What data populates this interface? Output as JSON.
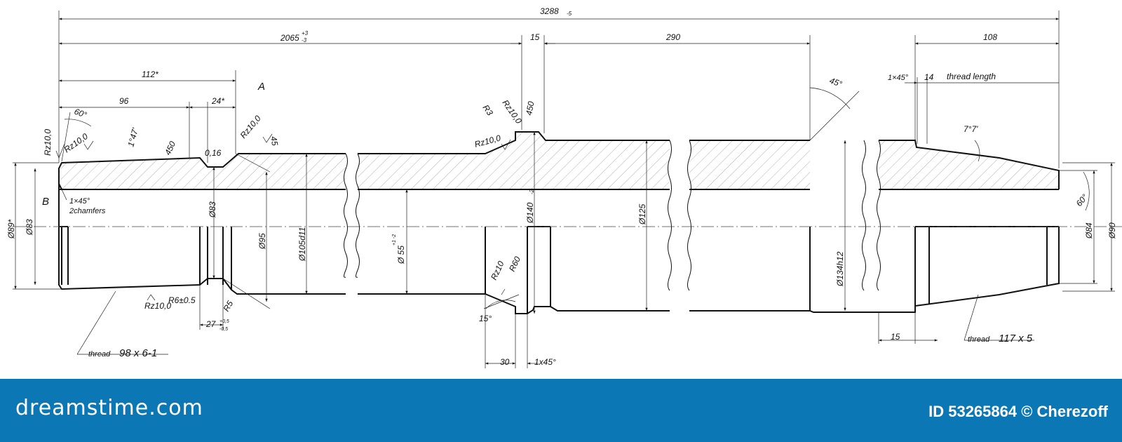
{
  "colors": {
    "ink": "#111111",
    "hatch": "#9a9a9a",
    "footer_bg": "#0c77b5",
    "footer_text": "#ffffff"
  },
  "dimensions": {
    "overall": "3288",
    "overall_tol": "-5",
    "d2065": "2065",
    "d2065_tol_up": "+3",
    "d2065_tol_dn": "-3",
    "d15_top": "15",
    "d290": "290",
    "d108": "108",
    "d112": "112*",
    "d96": "96",
    "d24": "24*",
    "chamfer_r": "1×45°",
    "d14": "14",
    "thread_length": "thread length",
    "d15_bottom": "15",
    "d30": "30",
    "chamfer_b": "1x45°",
    "d27": "27",
    "d27_tol_up": "+0,5",
    "d27_tol_dn": "-0,5"
  },
  "diameters": {
    "d89": "Ø89*",
    "d83_left": "Ø83",
    "d83_groove": "Ø83",
    "d95": "Ø95",
    "d105": "Ø105d11",
    "d55": "Ø 55",
    "d55_tol": "+1 -2",
    "d140": "Ø140",
    "d140_tol": "-2",
    "d125": "Ø125",
    "d134": "Ø134h12",
    "d84": "Ø84",
    "d90": "Ø90"
  },
  "annotations": {
    "rz_left": "Rz10,0",
    "rz_chamfer": "Rz10,0",
    "a60": "60°",
    "a1_47": "1°47'",
    "r450_left": "450",
    "v016": "0,16",
    "rz_groove": "Rz10,0",
    "a45_small": "45",
    "label_a": "A",
    "label_b": "B",
    "chamfers_1": "1×45°",
    "chamfers_2": "2chamfers",
    "r3": "R3",
    "rz_collar1": "Rz10,0",
    "r450_collar": "450",
    "rz_collar2": "Rz10,0",
    "a45_step": "45°",
    "a7_7": "7°7'",
    "a60_right": "60°",
    "rz_bottom": "Rz10,0",
    "r6": "R6±0.5",
    "r5": "R5",
    "rz10_bottom": "Rz10",
    "r60": "R60",
    "a15": "15°",
    "thread_left_word": "thread",
    "thread_left_size": "98 x 6-1",
    "thread_right_word": "thread",
    "thread_right_size": "117 x 5"
  },
  "footer": {
    "logo": "dreamstime.com",
    "id_text": "ID 53265864 © Cherezoff"
  }
}
